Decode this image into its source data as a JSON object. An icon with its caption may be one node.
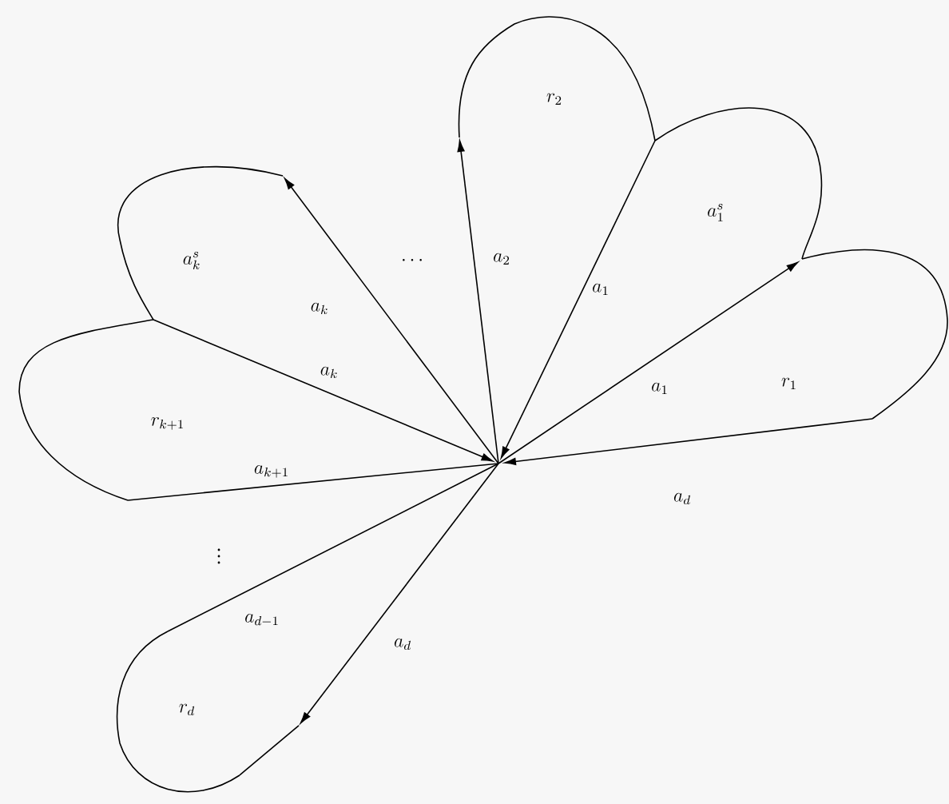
{
  "diagram": {
    "labels": [
      "r_2",
      "a_1^s",
      "a_k^s",
      "\\cdots",
      "a_2",
      "a_k",
      "a_1",
      "a_k",
      "r_{k+1}",
      "a_1",
      "r_1",
      "a_{k+1}",
      "a_d",
      "\\vdots",
      "a_{d-1}",
      "a_d",
      "r_d"
    ]
  }
}
